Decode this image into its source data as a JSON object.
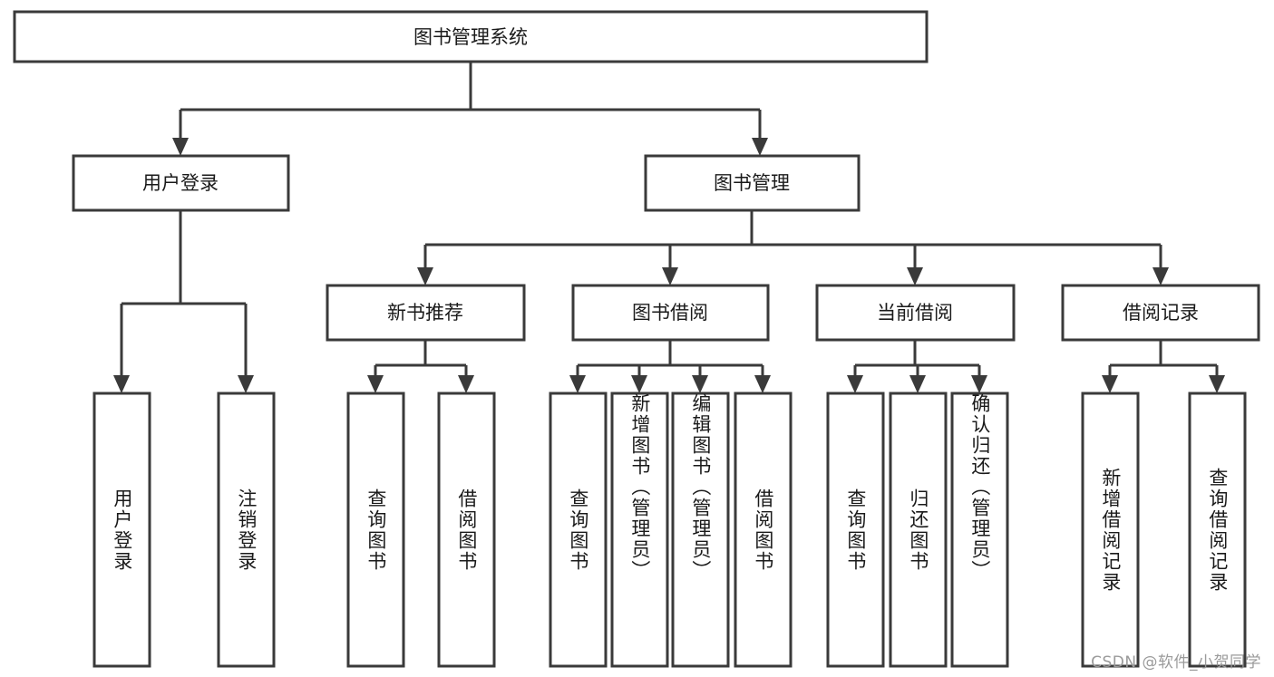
{
  "diagram": {
    "type": "tree",
    "title": "图书管理系统",
    "orientation": "top-down",
    "colors": {
      "box_stroke": "#3a3a3a",
      "box_fill": "#ffffff",
      "text": "#1a1a1a",
      "watermark": "#9a9a9a",
      "background": "#ffffff"
    },
    "root": {
      "label": "图书管理系统"
    },
    "level2": [
      {
        "label": "用户登录"
      },
      {
        "label": "图书管理"
      }
    ],
    "level3": [
      {
        "label": "新书推荐"
      },
      {
        "label": "图书借阅"
      },
      {
        "label": "当前借阅"
      },
      {
        "label": "借阅记录"
      }
    ],
    "leaves": {
      "user_login": [
        {
          "label": "用户登录"
        },
        {
          "label": "注销登录"
        }
      ],
      "new_book_recommend": [
        {
          "label": "查询图书"
        },
        {
          "label": "借阅图书"
        }
      ],
      "book_borrow": [
        {
          "label": "查询图书"
        },
        {
          "label": "新增图书（管理员）"
        },
        {
          "label": "编辑图书（管理员）"
        },
        {
          "label": "借阅图书"
        }
      ],
      "current_borrow": [
        {
          "label": "查询图书"
        },
        {
          "label": "归还图书"
        },
        {
          "label": "确认归还（管理员）"
        }
      ],
      "borrow_record": [
        {
          "label": "新增借阅记录"
        },
        {
          "label": "查询借阅记录"
        }
      ]
    }
  },
  "watermark": {
    "text": "CSDN @软件_小贺同学"
  }
}
